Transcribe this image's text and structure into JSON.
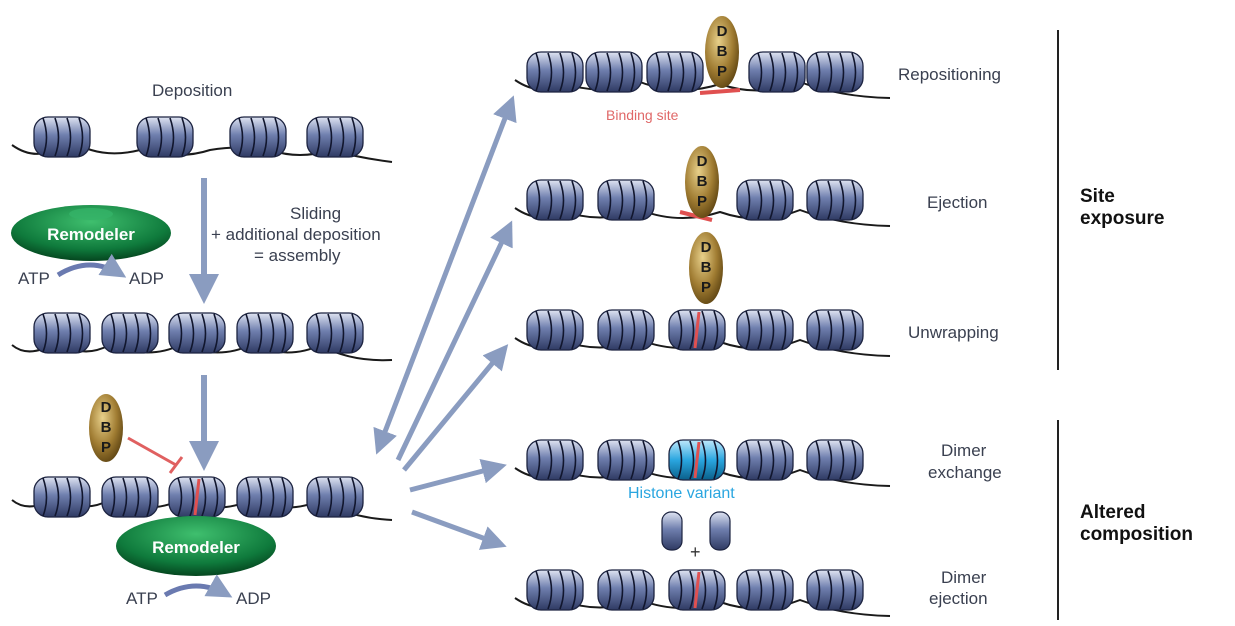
{
  "labels": {
    "deposition": "Deposition",
    "sliding_1": "Sliding",
    "sliding_2": "+ additional deposition",
    "sliding_3": "= assembly",
    "remodeler": "Remodeler",
    "atp": "ATP",
    "adp": "ADP",
    "dbp_letters": [
      "D",
      "B",
      "P"
    ],
    "binding_site": "Binding site",
    "histone_variant": "Histone variant",
    "plus": "+"
  },
  "outcomes": [
    {
      "id": "repositioning",
      "label_1": "Repositioning",
      "label_2": ""
    },
    {
      "id": "ejection",
      "label_1": "Ejection",
      "label_2": ""
    },
    {
      "id": "unwrapping",
      "label_1": "Unwrapping",
      "label_2": ""
    },
    {
      "id": "dimer-exchange",
      "label_1": "Dimer",
      "label_2": "exchange"
    },
    {
      "id": "dimer-ejection",
      "label_1": "Dimer",
      "label_2": "ejection"
    }
  ],
  "groups": {
    "site_exposure_1": "Site",
    "site_exposure_2": "exposure",
    "altered_composition_1": "Altered",
    "altered_composition_2": "composition"
  },
  "colors": {
    "nucleosome_fill": "#5a6a9a",
    "nucleosome_light": "#c8d0e8",
    "dna": "#1a1a1a",
    "arrow": "#8a9cc0",
    "remodeler": "#0f7a3c",
    "dbp": "#8a6a2a",
    "binding_site": "#e05050",
    "histone_variant": "#2aa6e0"
  }
}
